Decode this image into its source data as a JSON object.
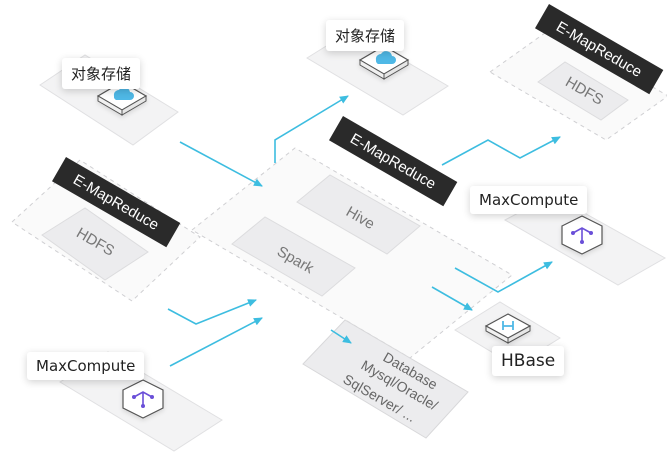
{
  "nodes": {
    "oss_left": {
      "label": "对象存储"
    },
    "oss_top": {
      "label": "对象存储"
    },
    "emr_left": {
      "banner": "E-MapReduce",
      "inner": "HDFS"
    },
    "emr_center": {
      "banner": "E-MapReduce",
      "engines": [
        "Hive",
        "Spark"
      ]
    },
    "emr_right": {
      "banner": "E-MapReduce",
      "inner": "HDFS"
    },
    "maxcompute_left": {
      "label": "MaxCompute"
    },
    "maxcompute_right": {
      "label": "MaxCompute"
    },
    "hbase": {
      "label": "HBase"
    },
    "database": {
      "lines": [
        "Database",
        "Mysql/Oracle/",
        "SqlServer/ ..."
      ]
    }
  },
  "colors": {
    "arrow": "#3dbde0",
    "banner": "#2a2a2a",
    "tile": "#f1f1f2",
    "tile_border": "#d2d2d4",
    "icon_accent": "#4fb8e6",
    "maxcompute_accent": "#6a4fd8"
  },
  "icons": [
    "cloud-storage-icon",
    "maxcompute-hexagon-icon",
    "hbase-icon"
  ]
}
